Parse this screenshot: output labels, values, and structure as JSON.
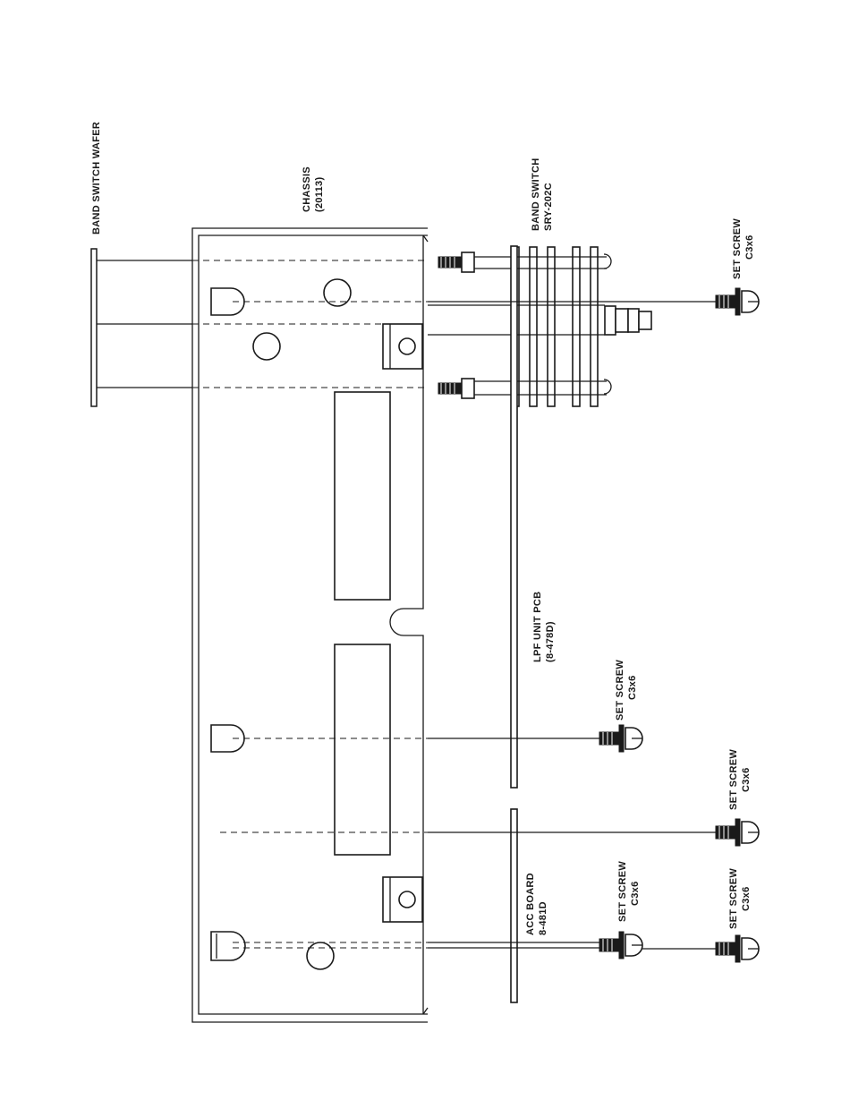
{
  "labels": {
    "band_switch_wafer": "BAND SWITCH WAFER",
    "chassis": "CHASSIS",
    "chassis_part": "(20113)",
    "band_switch": "BAND SWITCH",
    "band_switch_part": "SRY-202C",
    "lpf_unit": "LPF UNIT PCB",
    "lpf_unit_part": "(8-478D)",
    "acc_board": "ACC BOARD",
    "acc_board_part": "8-481D",
    "set_screw": "SET SCREW",
    "screw_size": "C3x6"
  }
}
